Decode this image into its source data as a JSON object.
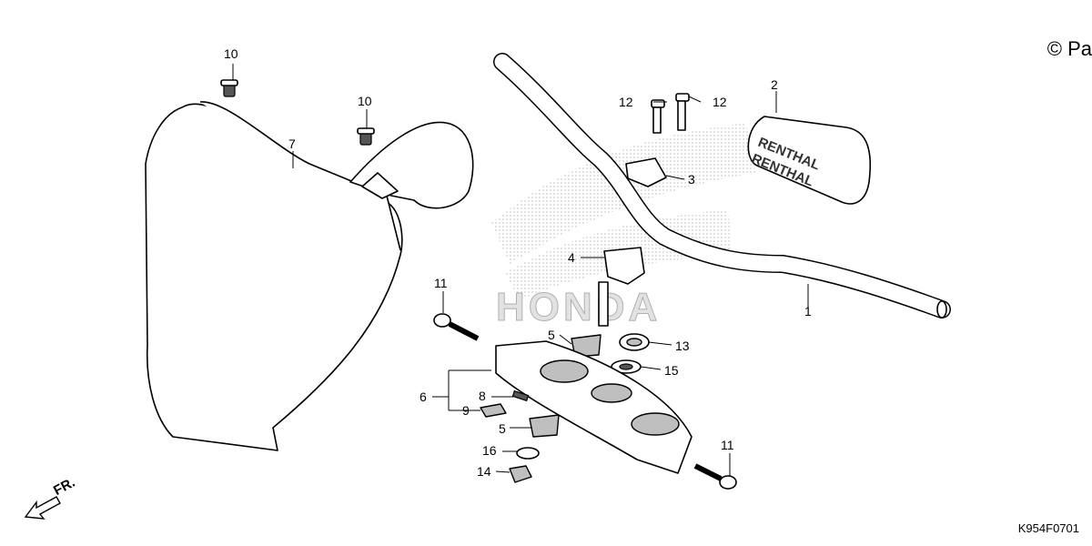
{
  "copyright_text": "© Pa",
  "drawing_code": "K954F0701",
  "front_arrow_label": "FR.",
  "watermark_brand": "HONDA",
  "pad_brand": "RENTHAL",
  "callouts": [
    {
      "id": "c1",
      "number": "1"
    },
    {
      "id": "c2",
      "number": "2"
    },
    {
      "id": "c3",
      "number": "3"
    },
    {
      "id": "c4",
      "number": "4"
    },
    {
      "id": "c5a",
      "number": "5"
    },
    {
      "id": "c5b",
      "number": "5"
    },
    {
      "id": "c6",
      "number": "6"
    },
    {
      "id": "c7",
      "number": "7"
    },
    {
      "id": "c8",
      "number": "8"
    },
    {
      "id": "c9",
      "number": "9"
    },
    {
      "id": "c10a",
      "number": "10"
    },
    {
      "id": "c10b",
      "number": "10"
    },
    {
      "id": "c11a",
      "number": "11"
    },
    {
      "id": "c11b",
      "number": "11"
    },
    {
      "id": "c12a",
      "number": "12"
    },
    {
      "id": "c12b",
      "number": "12"
    },
    {
      "id": "c13",
      "number": "13"
    },
    {
      "id": "c14",
      "number": "14"
    },
    {
      "id": "c15",
      "number": "15"
    },
    {
      "id": "c16",
      "number": "16"
    }
  ]
}
